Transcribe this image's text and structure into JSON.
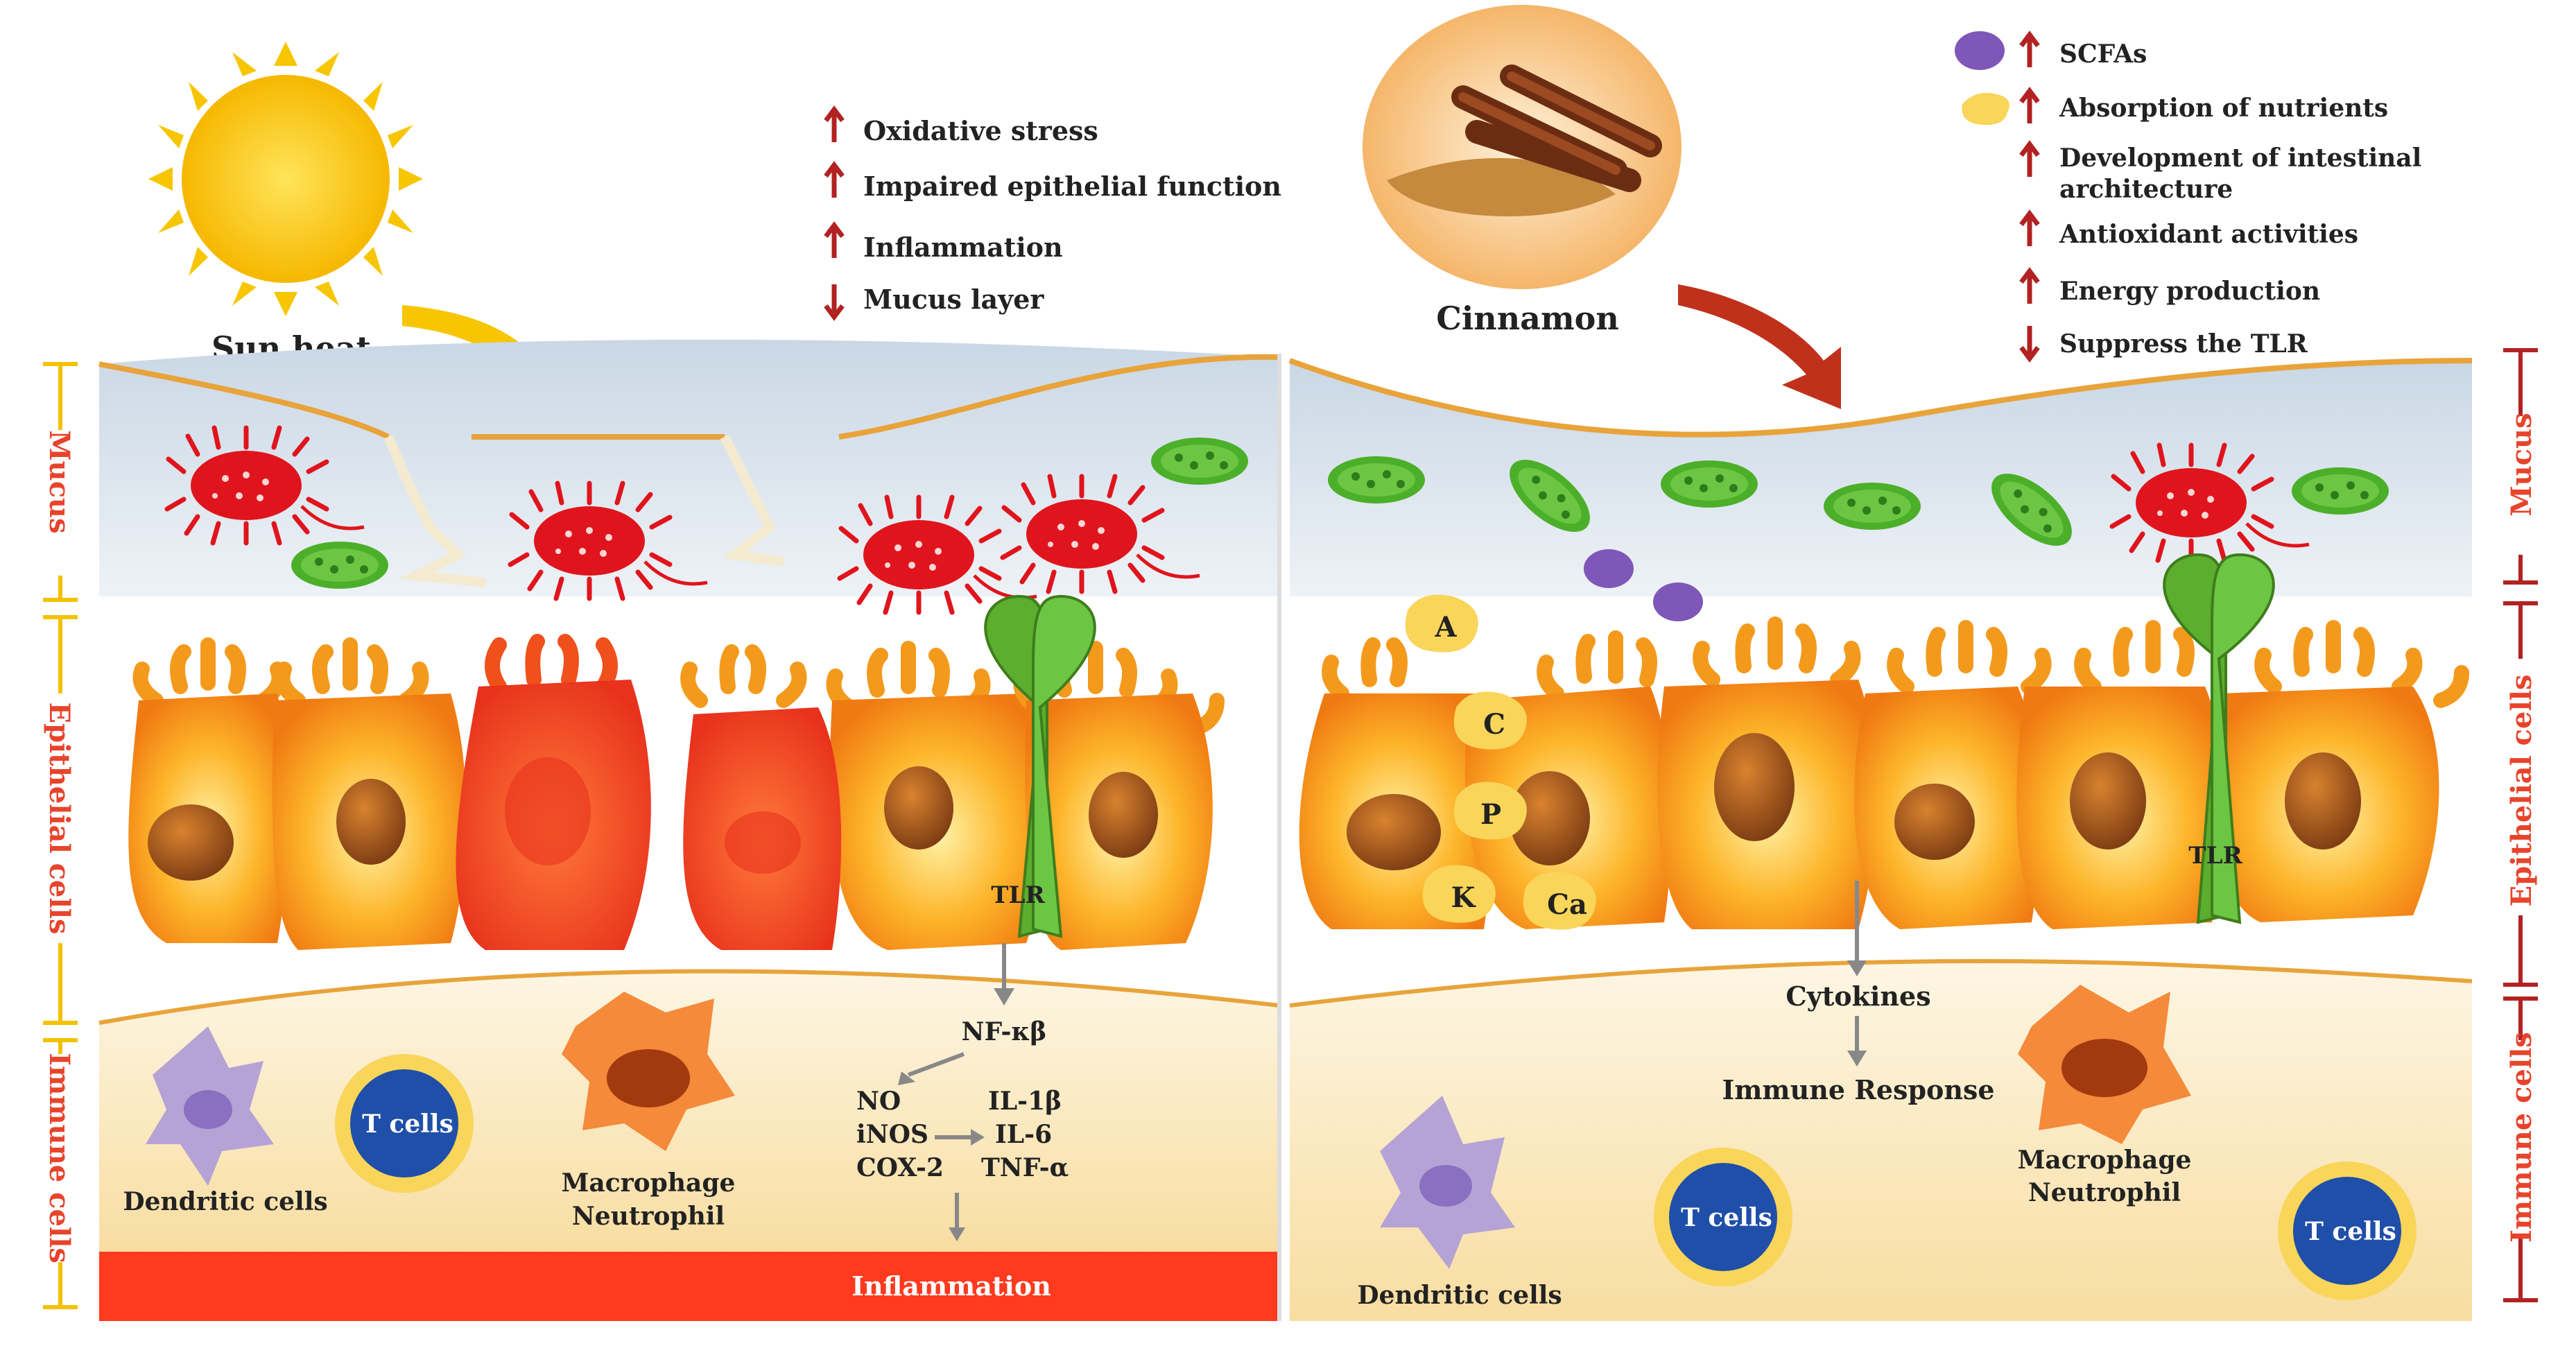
{
  "left": {
    "sun_label": "Sun heat",
    "effects": [
      {
        "dir": "up",
        "text": "Oxidative stress"
      },
      {
        "dir": "up",
        "text": "Impaired epithelial function"
      },
      {
        "dir": "up",
        "text": "Inflammation"
      },
      {
        "dir": "down",
        "text": "Mucus layer"
      }
    ],
    "tlr": "TLR",
    "pathway": {
      "nfkb": "NF-κβ",
      "mediators": [
        "NO",
        "iNOS",
        "COX-2"
      ],
      "cytokines": [
        "IL-1β",
        "IL-6",
        "TNF-α"
      ],
      "outcome": "Inflammation"
    },
    "immune": {
      "dendritic": "Dendritic cells",
      "tcells": "T cells",
      "macrophage": [
        "Macrophage",
        "Neutrophil"
      ]
    },
    "layers": [
      "Mucus",
      "Epithelial cells",
      "Immune cells"
    ]
  },
  "right": {
    "cinnamon_label": "Cinnamon",
    "effects": [
      {
        "dir": "up",
        "icon": "scfa-dot",
        "text": "SCFAs"
      },
      {
        "dir": "up",
        "icon": "nutrient-blob",
        "text": "Absorption of nutrients"
      },
      {
        "dir": "up",
        "text": "Development of intestinal",
        "text2": "architecture"
      },
      {
        "dir": "up",
        "text": "Antioxidant activities"
      },
      {
        "dir": "up",
        "text": "Energy production"
      },
      {
        "dir": "down",
        "text": "Suppress the TLR"
      }
    ],
    "nutrients": [
      "A",
      "C",
      "P",
      "K",
      "Ca"
    ],
    "tlr": "TLR",
    "cytokines": "Cytokines",
    "immune_response": "Immune Response",
    "immune": {
      "dendritic": "Dendritic cells",
      "tcells": "T cells",
      "macrophage": [
        "Macrophage",
        "Neutrophil"
      ]
    },
    "layers": [
      "Mucus",
      "Epithelial cells",
      "Immune cells"
    ]
  },
  "colors": {
    "left_accent": "#f2c200",
    "right_accent": "#c0392b",
    "arrow_red": "#b22222",
    "inflammation_bar": "#ff3a1f"
  }
}
